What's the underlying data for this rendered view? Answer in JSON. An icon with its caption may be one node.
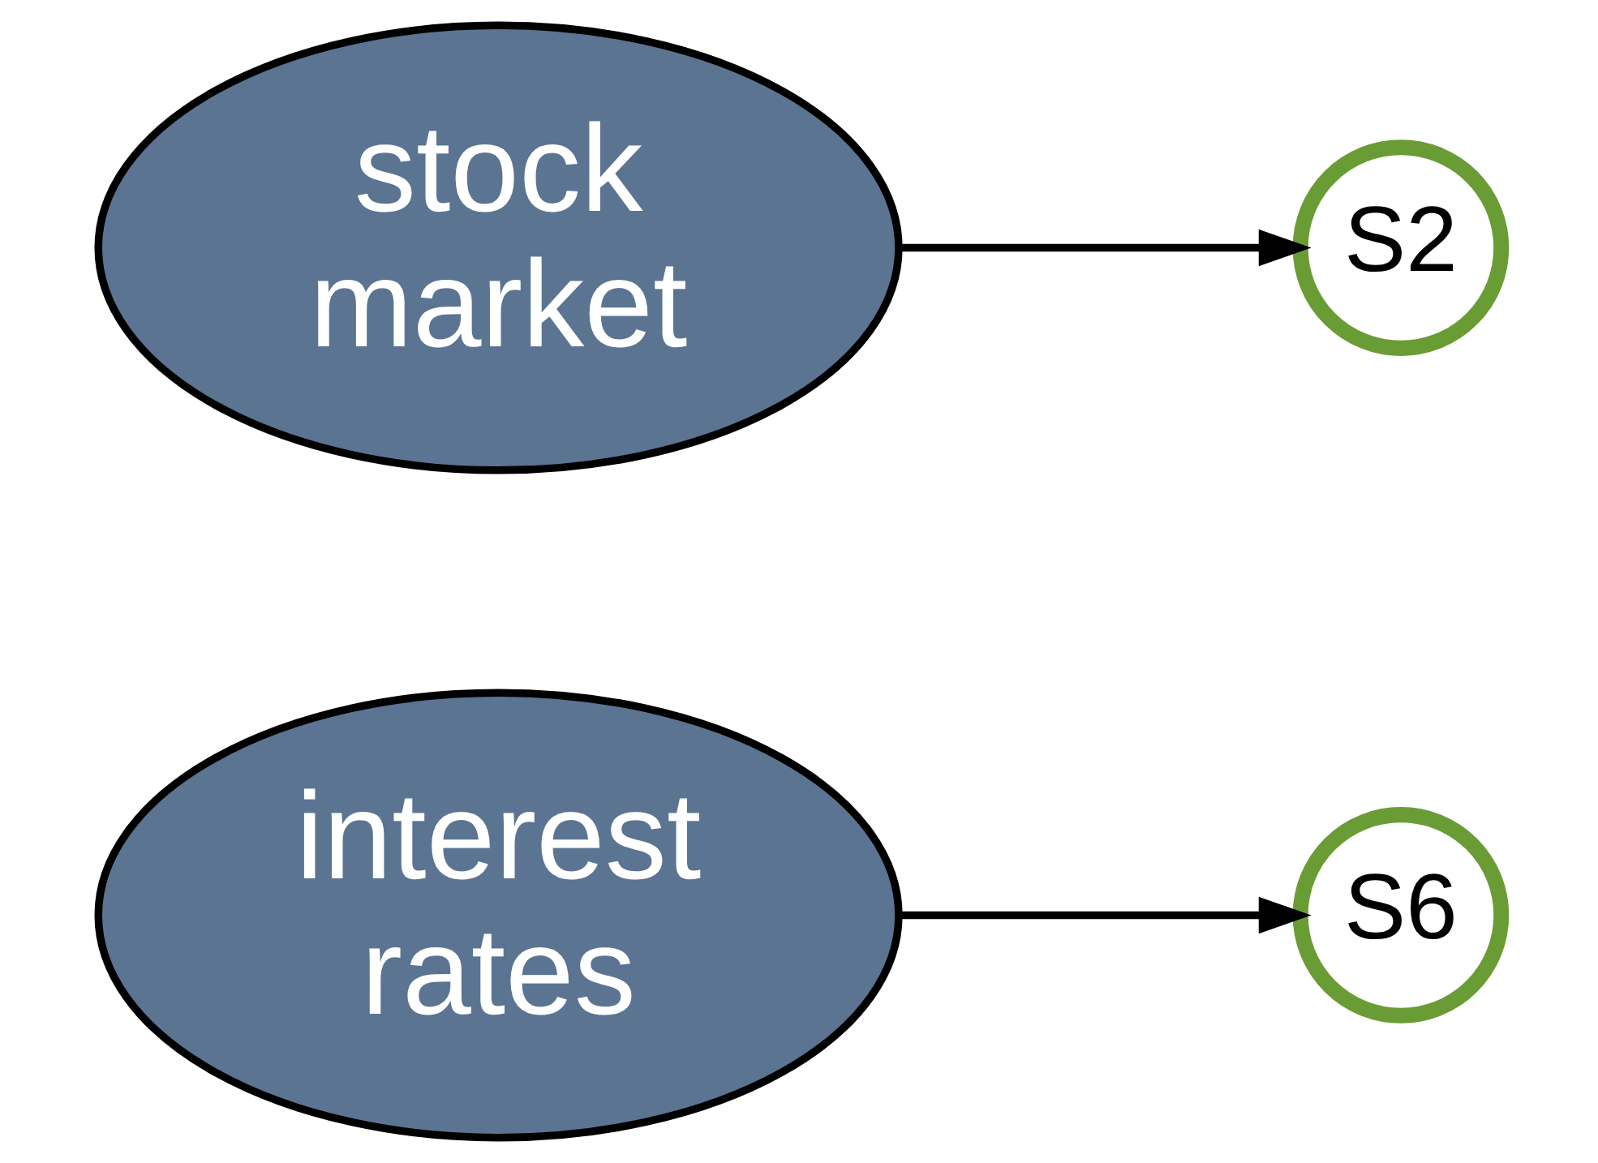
{
  "diagram": {
    "nodes": [
      {
        "text": [
          "stock market"
        ]
      },
      {
        "text": [
          "S2"
        ]
      },
      {
        "text": [
          "interest rates"
        ]
      },
      {
        "text": [
          "S6"
        ]
      }
    ],
    "edges": [
      {
        "from": 0,
        "to": 1,
        "arrow": "to"
      },
      {
        "from": 2,
        "to": 3,
        "arrow": "to"
      }
    ]
  }
}
